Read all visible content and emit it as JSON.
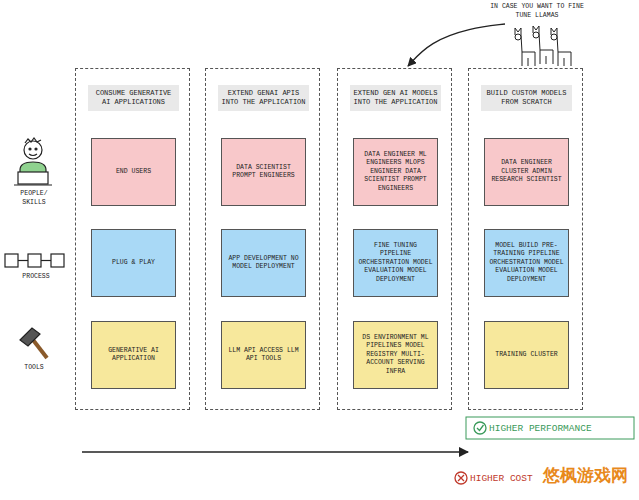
{
  "diagram": {
    "nodes": [
      {
        "text": [
          "CONSUME GENERATIVE AI APPLICATIONS"
        ]
      },
      {
        "text": [
          "END USERS"
        ],
        "in": 0
      },
      {
        "text": [
          "PLUG & PLAY"
        ],
        "in": 0
      },
      {
        "text": [
          "GENERATIVE AI APPLICATION"
        ],
        "in": 0
      },
      {
        "text": [
          "EXTEND GENAI APIS INTO THE APPLICATION"
        ]
      },
      {
        "text": [
          "DATA SCIENTIST PROMPT ENGINEERS"
        ],
        "in": 4
      },
      {
        "text": [
          "APP DEVELOPMENT NO MODEL DEPLOYMENT"
        ],
        "in": 4
      },
      {
        "text": [
          "LLM API ACCESS LLM API TOOLS"
        ],
        "in": 4
      },
      {
        "text": [
          "EXTEND GEN AI MODELS INTO THE APPLICATION"
        ]
      },
      {
        "text": [
          "DATA ENGINEER ML ENGINEERS MLOPS ENGINEER DATA SCIENTIST PROMPT ENGINEERS"
        ],
        "in": 8
      },
      {
        "text": [
          "FINE TUNING PIPELINE ORCHESTRATION MODEL EVALUATION MODEL DEPLOYMENT"
        ],
        "in": 8
      },
      {
        "text": [
          "DS ENVIRONMENT ML PIPELINES MODEL REGISTRY MULTI-ACCOUNT SERVING INFRA"
        ],
        "in": 8
      },
      {
        "text": [
          "BUILD CUSTOM MODELS FROM SCRATCH"
        ]
      },
      {
        "text": [
          "DATA ENGINEER CLUSTER ADMIN RESEARCH SCIENTIST"
        ],
        "in": 12
      },
      {
        "text": [
          "MODEL BUILD PRE-TRAINING PIPELINE ORCHESTRATION MODEL EVALUATION MODEL DEPLOYMENT"
        ],
        "in": 12
      },
      {
        "text": [
          "TRAINING CLUSTER"
        ],
        "in": 12
      }
    ],
    "labels": [
      "IN CASE YOU WANT TO FINE TUNE LLAMAS",
      "PEOPLE/ SKILLS",
      "PROCESS",
      "TOOLS",
      "HIGHER PERFORMANCE",
      "HIGHER COST",
      "悠枫游戏网"
    ]
  }
}
